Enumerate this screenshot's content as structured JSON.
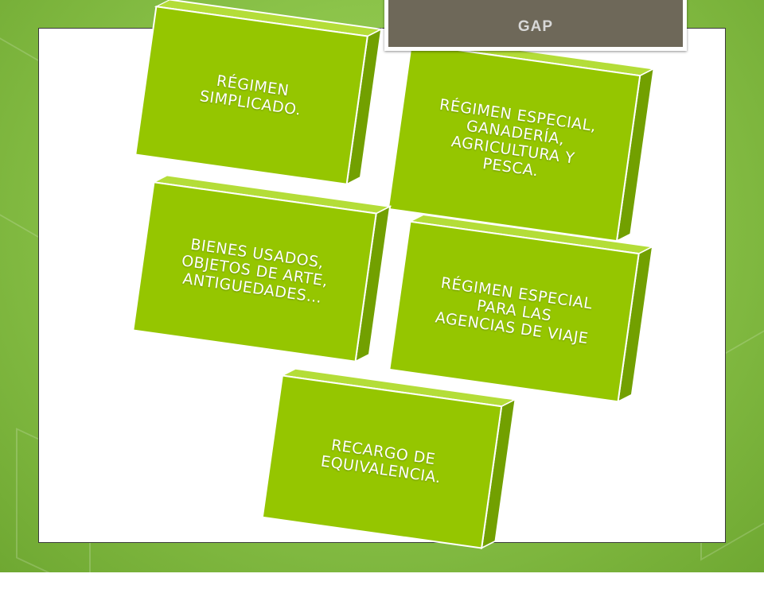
{
  "slide": {
    "title": "GAP",
    "colors": {
      "background": "#8cc44a",
      "card_face": "#95c600",
      "card_side": "#72a000",
      "title_box": "#6e6859"
    }
  },
  "cards": [
    {
      "label": "RÉGIMEN\nSIMPLICADO."
    },
    {
      "label": "RÉGIMEN ESPECIAL,\nGANADERÍA,\nAGRICULTURA Y\nPESCA."
    },
    {
      "label": "BIENES USADOS,\nOBJETOS DE ARTE,\nANTIGUEDADES…"
    },
    {
      "label": "RÉGIMEN ESPECIAL\nPARA LAS\nAGENCIAS DE VIAJE"
    },
    {
      "label": "RECARGO DE\nEQUIVALENCIA."
    }
  ]
}
